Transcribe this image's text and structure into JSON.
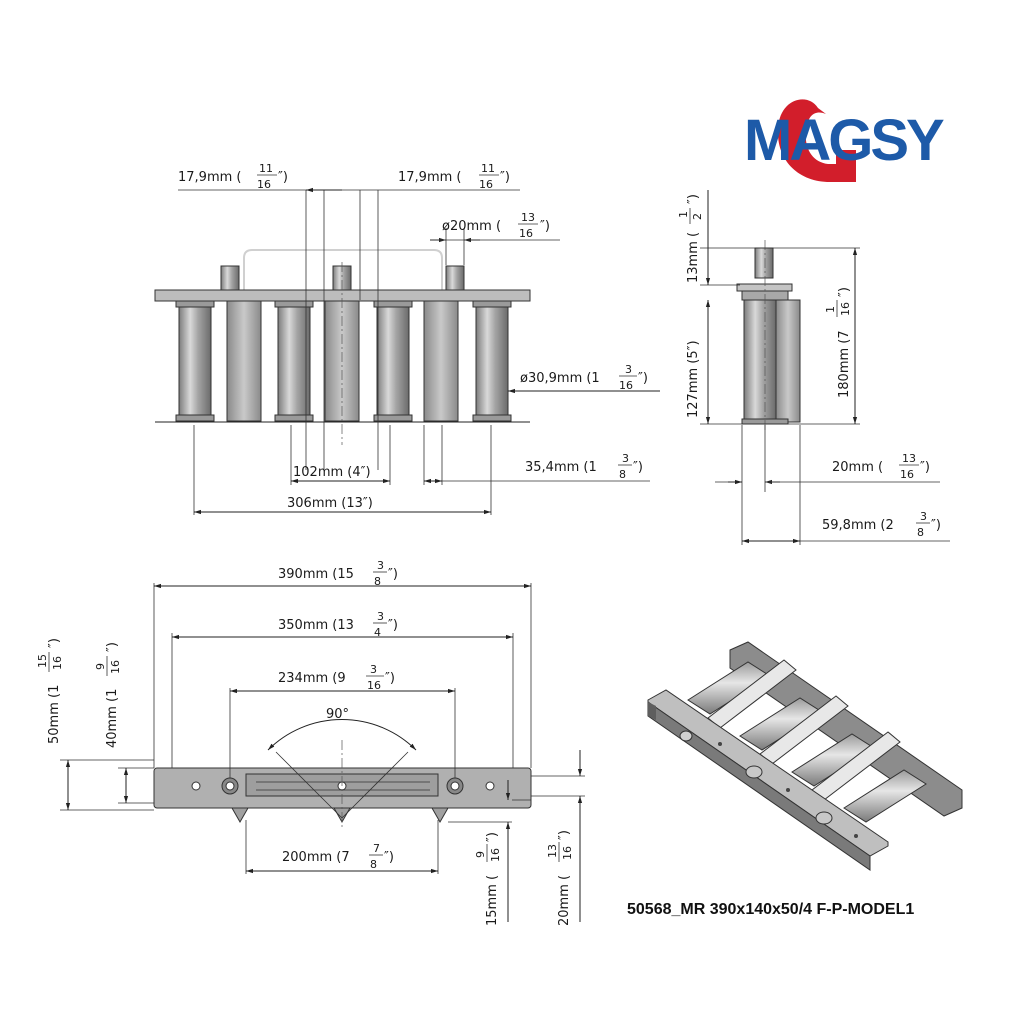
{
  "brand": {
    "logo_text": "MAGSY",
    "colors": {
      "blue": "#1d5aa8",
      "red": "#d21e2b"
    }
  },
  "model_label": "50568_MR 390x140x50/4 F-P-MODEL1",
  "dims": {
    "top_left_pitch": "17,9mm (",
    "top_left_pitch_frac": [
      "11",
      "16"
    ],
    "top_right_pitch": "17,9mm (",
    "top_right_pitch_frac": [
      "11",
      "16"
    ],
    "pin_dia": "ø20mm (",
    "pin_dia_frac": [
      "13",
      "16"
    ],
    "tube_dia": "ø30,9mm (1",
    "tube_dia_frac": [
      "3",
      "16"
    ],
    "spacing_102": "102mm (4″)",
    "gap_35": "35,4mm (1",
    "gap_35_frac": [
      "3",
      "8"
    ],
    "width_306": "306mm (13″)",
    "side_13": "13mm (",
    "side_13_frac": [
      "1",
      "2"
    ],
    "side_127": "127mm (5″)",
    "side_180": "180mm (7",
    "side_180_frac": [
      "1",
      "16"
    ],
    "side_20": "20mm (",
    "side_20_frac": [
      "13",
      "16"
    ],
    "side_59": "59,8mm (2",
    "side_59_frac": [
      "3",
      "8"
    ],
    "len_390": "390mm (15",
    "len_390_frac": [
      "3",
      "8"
    ],
    "len_350": "350mm (13",
    "len_350_frac": [
      "3",
      "4"
    ],
    "len_234": "234mm (9",
    "len_234_frac": [
      "3",
      "16"
    ],
    "angle_90": "90°",
    "len_200": "200mm (7",
    "len_200_frac": [
      "7",
      "8"
    ],
    "h_50": "50mm (1",
    "h_50_frac": [
      "15",
      "16"
    ],
    "h_40": "40mm (1",
    "h_40_frac": [
      "9",
      "16"
    ],
    "h_15": "15mm (",
    "h_15_frac": [
      "9",
      "16"
    ],
    "h_20": "20mm (",
    "h_20_frac": [
      "13",
      "16"
    ],
    "inch_close": "″)"
  }
}
